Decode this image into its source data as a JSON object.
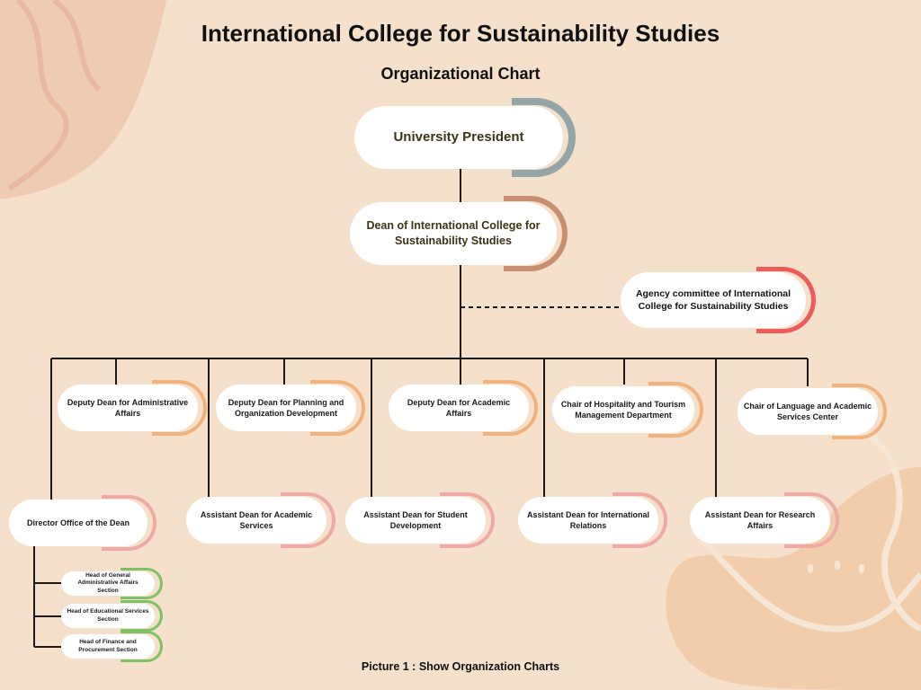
{
  "title": "International College for Sustainability Studies",
  "subtitle": "Organizational Chart",
  "caption": "Picture 1 : Show Organization Charts",
  "colors": {
    "background": "#f4e0cb",
    "line": "#1a1a1a",
    "president_accent": "#93a5a6",
    "dean_accent": "#c98e6f",
    "committee_accent": "#ef5b5b",
    "deputy_accent": "#f2b27c",
    "assistant_accent": "#eeaaa3",
    "section_accent": "#7cc366"
  },
  "nodes": {
    "president": "University President",
    "dean": "Dean of International College for Sustainability Studies",
    "committee": "Agency committee of International College for Sustainability Studies",
    "deputy_admin": "Deputy Dean for Administrative Affairs",
    "deputy_planning": "Deputy Dean for Planning and Organization Development",
    "deputy_academic": "Deputy Dean for Academic Affairs",
    "chair_hospitality": "Chair of Hospitality and Tourism Management Department",
    "chair_language": "Chair of Language and Academic Services Center",
    "director_office": "Director Office of the Dean",
    "asst_academic_services": "Assistant Dean for Academic Services",
    "asst_student_dev": "Assistant Dean for Student Development",
    "asst_international": "Assistant Dean for International Relations",
    "asst_research": "Assistant Dean for Research Affairs",
    "head_general_admin": "Head of General Administrative Affairs Section",
    "head_educational": "Head of Educational Services Section",
    "head_finance": "Head of Finance and Procurement Section"
  }
}
